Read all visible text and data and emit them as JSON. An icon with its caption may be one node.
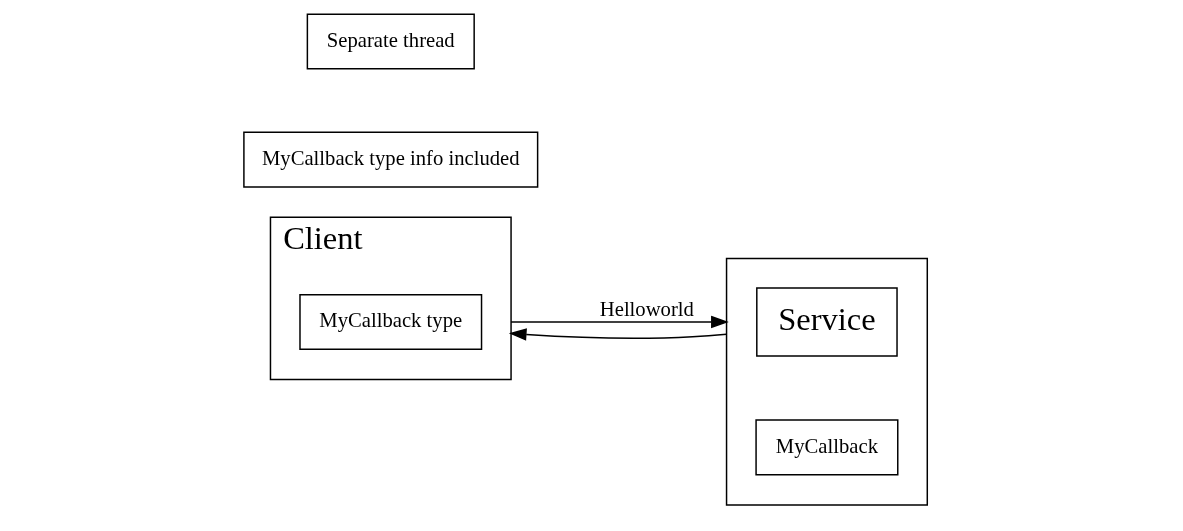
{
  "diagram": {
    "nodes": [
      {
        "text": [
          "Client"
        ]
      },
      {
        "text": [
          "MyCallback type"
        ],
        "in": 0
      },
      {
        "text": [],
        "shape": "box"
      },
      {
        "text": [
          "Service"
        ],
        "in": 2
      },
      {
        "text": [
          "MyCallback"
        ],
        "in": 2
      },
      {
        "text": [
          "MyCallback type info included"
        ]
      },
      {
        "text": [
          "Separate thread"
        ]
      }
    ],
    "edges": [
      {
        "from": 0,
        "to": 2,
        "arrow": "to",
        "label": "Helloworld"
      },
      {
        "from": 2,
        "to": 0,
        "arrow": "to"
      }
    ]
  }
}
